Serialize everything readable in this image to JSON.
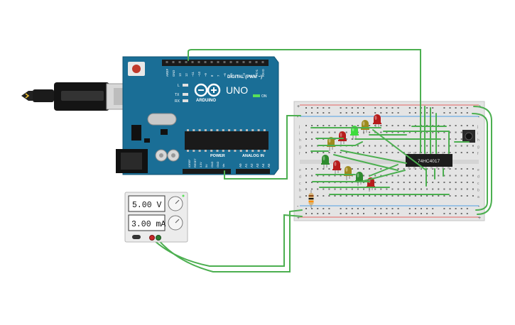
{
  "arduino": {
    "brand": "ARDUINO",
    "model": "UNO",
    "on_label": "ON",
    "digital_label": "DIGITAL (PWM ~)",
    "power_label": "POWER",
    "analog_label": "ANALOG IN",
    "led_l": "L",
    "led_tx": "TX",
    "led_rx": "RX",
    "top_pins": [
      "AREF",
      "GND",
      "13",
      "12",
      "~11",
      "~10",
      "~9",
      "8",
      "7",
      "~6",
      "~5",
      "4",
      "~3",
      "2",
      "TX>1",
      "RX<0"
    ],
    "power_pins": [
      "IOREF",
      "RESET",
      "3.3V",
      "5V",
      "GND",
      "GND",
      "Vin"
    ],
    "analog_pins": [
      "A0",
      "A1",
      "A2",
      "A3",
      "A4",
      "A5"
    ]
  },
  "ic": {
    "label": "74HC4017"
  },
  "power_supply": {
    "voltage": "5.00 V",
    "current": "3.00 mA"
  },
  "breadboard": {
    "row_letters_top": [
      "j",
      "i",
      "h",
      "g",
      "f"
    ],
    "row_letters_bottom": [
      "e",
      "d",
      "c",
      "b",
      "a"
    ],
    "plus": "+",
    "minus": "-"
  },
  "colors": {
    "wire": "#4caf50",
    "board": "#1a6e96",
    "led_red": "#b71c1c",
    "led_olive": "#9e8a1e",
    "led_green": "#2e8b2e",
    "led_lime": "#3ddc3d"
  }
}
